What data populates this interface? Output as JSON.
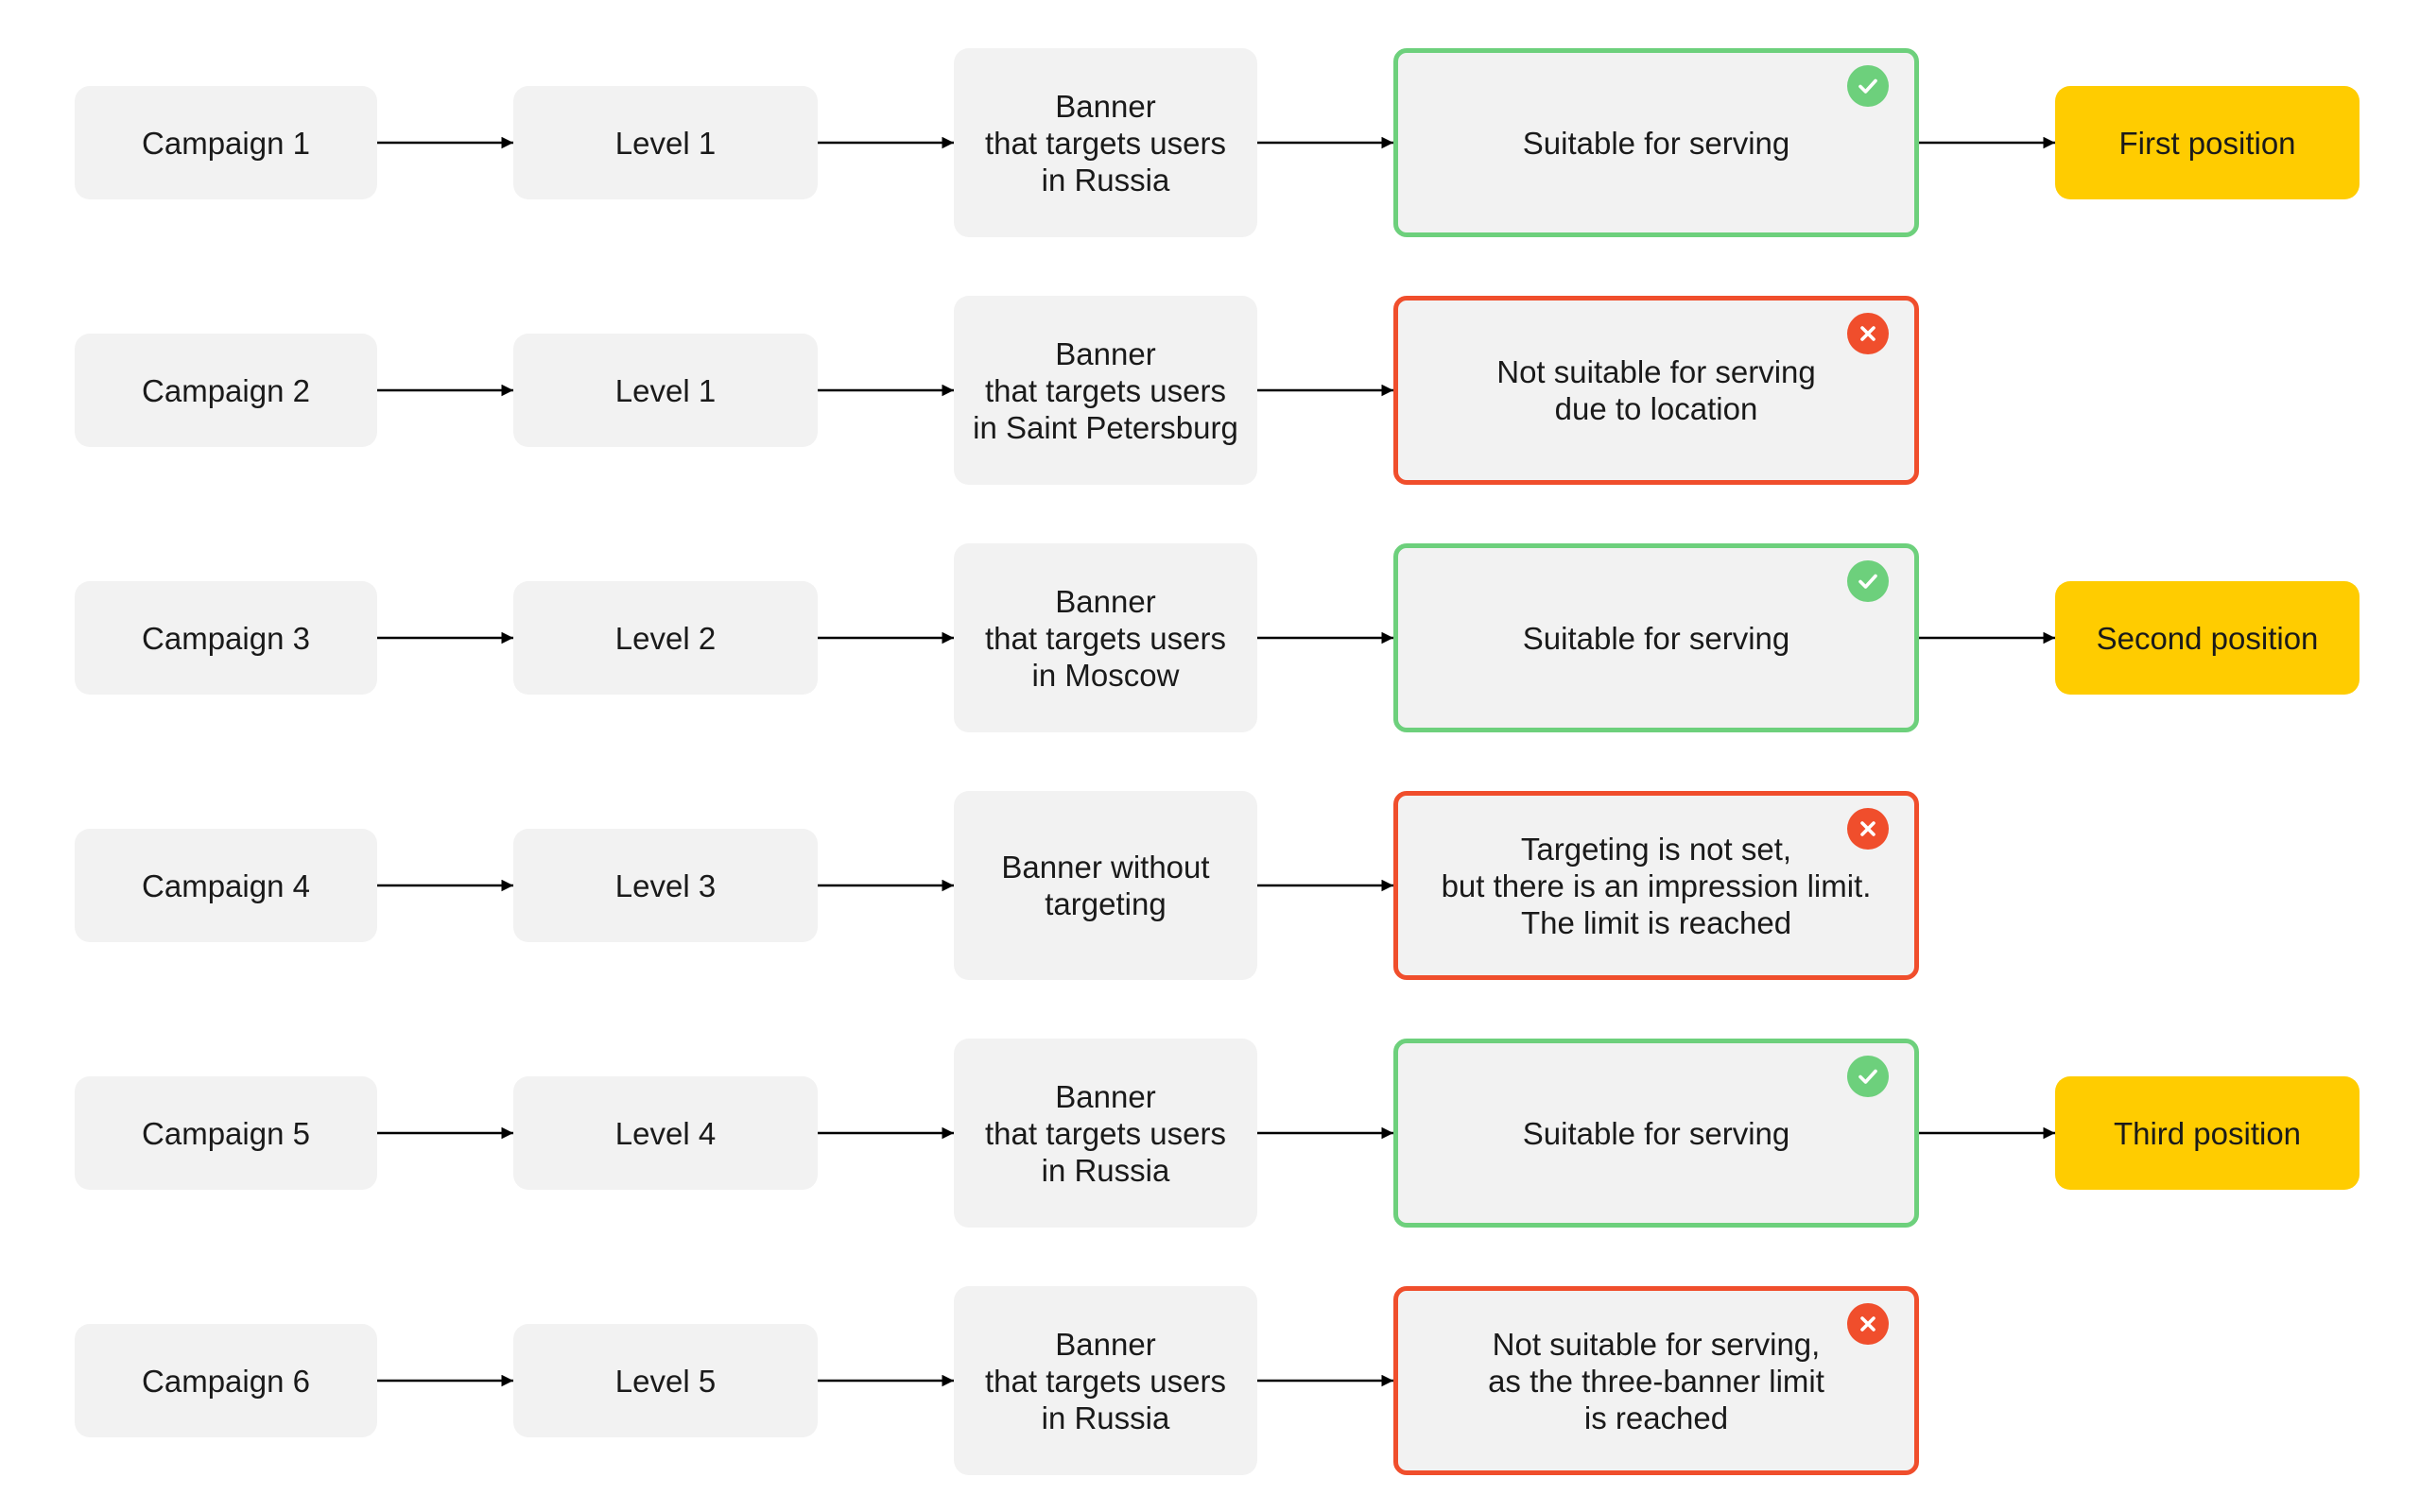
{
  "colors": {
    "box_fill": "#f2f2f2",
    "suitable_border": "#6dd07c",
    "unsuitable_border": "#f04e2c",
    "position_fill": "#ffcc00",
    "arrow": "#000000",
    "text": "#1a1a1a"
  },
  "icons": {
    "suitable": "check-circle-icon",
    "unsuitable": "x-circle-icon"
  },
  "rows": [
    {
      "campaign": "Campaign 1",
      "level": "Level 1",
      "banner": "Banner\nthat targets users\nin Russia",
      "status": "Suitable for serving",
      "suitable": true,
      "position": "First position"
    },
    {
      "campaign": "Campaign 2",
      "level": "Level 1",
      "banner": "Banner\nthat targets users\nin Saint Petersburg",
      "status": "Not suitable for serving\ndue to location",
      "suitable": false,
      "position": null
    },
    {
      "campaign": "Campaign 3",
      "level": "Level 2",
      "banner": "Banner\nthat targets users\nin Moscow",
      "status": "Suitable for serving",
      "suitable": true,
      "position": "Second position"
    },
    {
      "campaign": "Campaign 4",
      "level": "Level 3",
      "banner": "Banner without\ntargeting",
      "status": "Targeting is not set,\nbut there is an impression limit.\nThe limit is reached",
      "suitable": false,
      "position": null
    },
    {
      "campaign": "Campaign 5",
      "level": "Level 4",
      "banner": "Banner\nthat targets users\nin Russia",
      "status": "Suitable for serving",
      "suitable": true,
      "position": "Third position"
    },
    {
      "campaign": "Campaign 6",
      "level": "Level 5",
      "banner": "Banner\nthat targets users\nin Russia",
      "status": "Not suitable for serving,\nas the three-banner limit\nis reached",
      "suitable": false,
      "position": null
    }
  ]
}
